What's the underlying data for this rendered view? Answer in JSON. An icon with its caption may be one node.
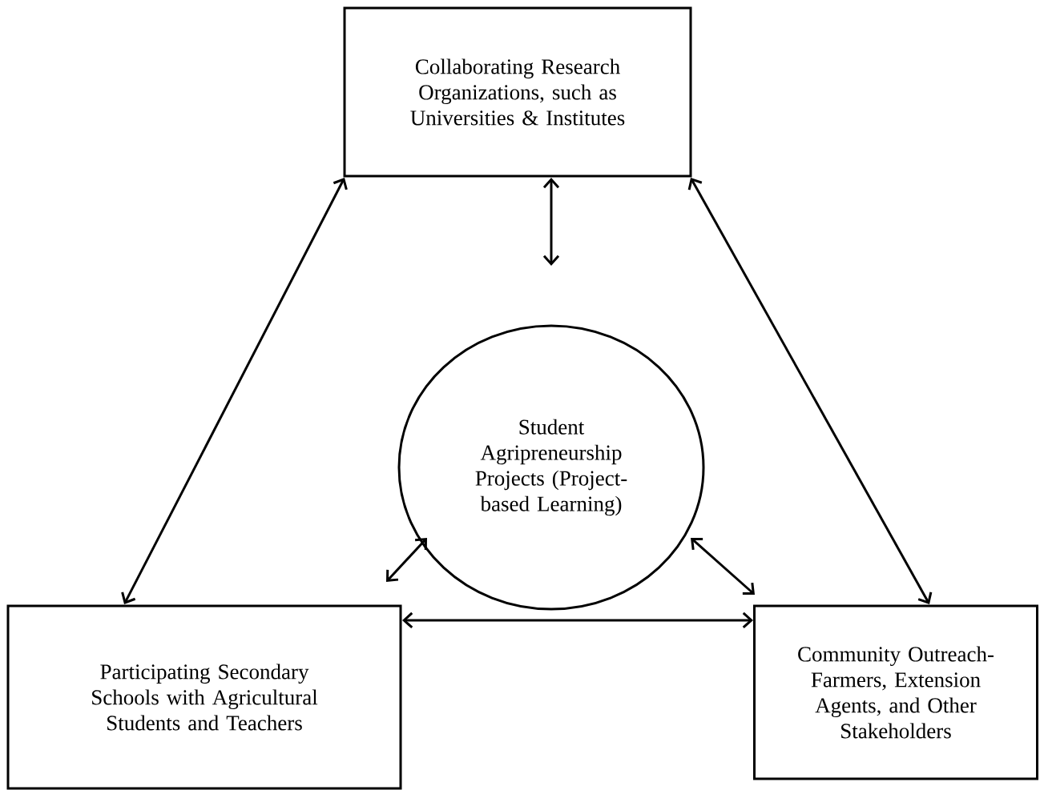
{
  "diagram": {
    "nodes": [
      {
        "text": [
          "Collaborating Research Organizations, such as Universities & Institutes"
        ]
      },
      {
        "text": [
          "Student Agripreneurship Projects (Project-based Learning)"
        ]
      },
      {
        "text": [
          "Participating Secondary Schools with Agricultural Students and Teachers"
        ]
      },
      {
        "text": [
          "Community Outreach-Farmers, Extension Agents, and Other Stakeholders"
        ]
      }
    ],
    "edges": [
      {
        "from": 0,
        "to": 1,
        "arrow": "both"
      },
      {
        "from": 0,
        "to": 2,
        "arrow": "both"
      },
      {
        "from": 0,
        "to": 3,
        "arrow": "both"
      },
      {
        "from": 1,
        "to": 2,
        "arrow": "both"
      },
      {
        "from": 1,
        "to": 3,
        "arrow": "both"
      },
      {
        "from": 2,
        "to": 3,
        "arrow": "both"
      }
    ]
  }
}
